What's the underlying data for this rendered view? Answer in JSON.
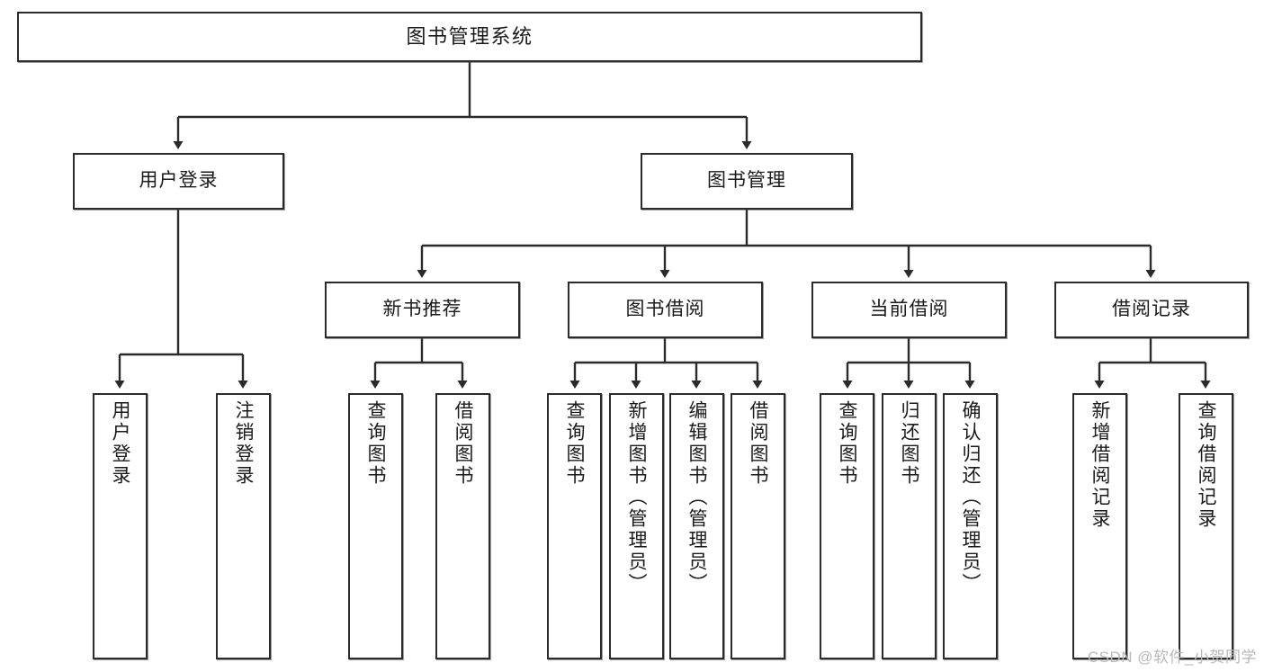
{
  "diagram": {
    "type": "hierarchy-tree",
    "title": "图书管理系统",
    "watermark": "CSDN @软件_小贺同学",
    "colors": {
      "border": "#2b2b2b",
      "background": "#ffffff",
      "text": "#1a1a1a",
      "watermark": "#b9b9b9"
    },
    "levels": {
      "root": "图书管理系统",
      "level2": [
        "用户登录",
        "图书管理"
      ],
      "level3": [
        "新书推荐",
        "图书借阅",
        "当前借阅",
        "借阅记录"
      ]
    },
    "nodes": {
      "root": {
        "label": "图书管理系统"
      },
      "user_login": {
        "label": "用户登录"
      },
      "book_manage": {
        "label": "图书管理"
      },
      "new_book_rec": {
        "label": "新书推荐"
      },
      "book_borrow": {
        "label": "图书借阅"
      },
      "current_borrow": {
        "label": "当前借阅"
      },
      "borrow_record": {
        "label": "借阅记录"
      },
      "leaf_user_login": {
        "label": "用户登录"
      },
      "leaf_logout": {
        "label": "注销登录"
      },
      "leaf_query_book_1": {
        "label": "查询图书"
      },
      "leaf_borrow_book_1": {
        "label": "借阅图书"
      },
      "leaf_query_book_2": {
        "label": "查询图书"
      },
      "leaf_add_book": {
        "label": "新增图书（管理员）"
      },
      "leaf_edit_book": {
        "label": "编辑图书（管理员）"
      },
      "leaf_borrow_book_2": {
        "label": "借阅图书"
      },
      "leaf_query_book_3": {
        "label": "查询图书"
      },
      "leaf_return_book": {
        "label": "归还图书"
      },
      "leaf_confirm_return": {
        "label": "确认归还（管理员）"
      },
      "leaf_add_record": {
        "label": "新增借阅记录"
      },
      "leaf_query_record": {
        "label": "查询借阅记录"
      }
    },
    "edges": [
      {
        "from": "root",
        "to": "user_login"
      },
      {
        "from": "root",
        "to": "book_manage"
      },
      {
        "from": "user_login",
        "to": "leaf_user_login"
      },
      {
        "from": "user_login",
        "to": "leaf_logout"
      },
      {
        "from": "book_manage",
        "to": "new_book_rec"
      },
      {
        "from": "book_manage",
        "to": "book_borrow"
      },
      {
        "from": "book_manage",
        "to": "current_borrow"
      },
      {
        "from": "book_manage",
        "to": "borrow_record"
      },
      {
        "from": "new_book_rec",
        "to": "leaf_query_book_1"
      },
      {
        "from": "new_book_rec",
        "to": "leaf_borrow_book_1"
      },
      {
        "from": "book_borrow",
        "to": "leaf_query_book_2"
      },
      {
        "from": "book_borrow",
        "to": "leaf_add_book"
      },
      {
        "from": "book_borrow",
        "to": "leaf_edit_book"
      },
      {
        "from": "book_borrow",
        "to": "leaf_borrow_book_2"
      },
      {
        "from": "current_borrow",
        "to": "leaf_query_book_3"
      },
      {
        "from": "current_borrow",
        "to": "leaf_return_book"
      },
      {
        "from": "current_borrow",
        "to": "leaf_confirm_return"
      },
      {
        "from": "borrow_record",
        "to": "leaf_add_record"
      },
      {
        "from": "borrow_record",
        "to": "leaf_query_record"
      }
    ]
  }
}
